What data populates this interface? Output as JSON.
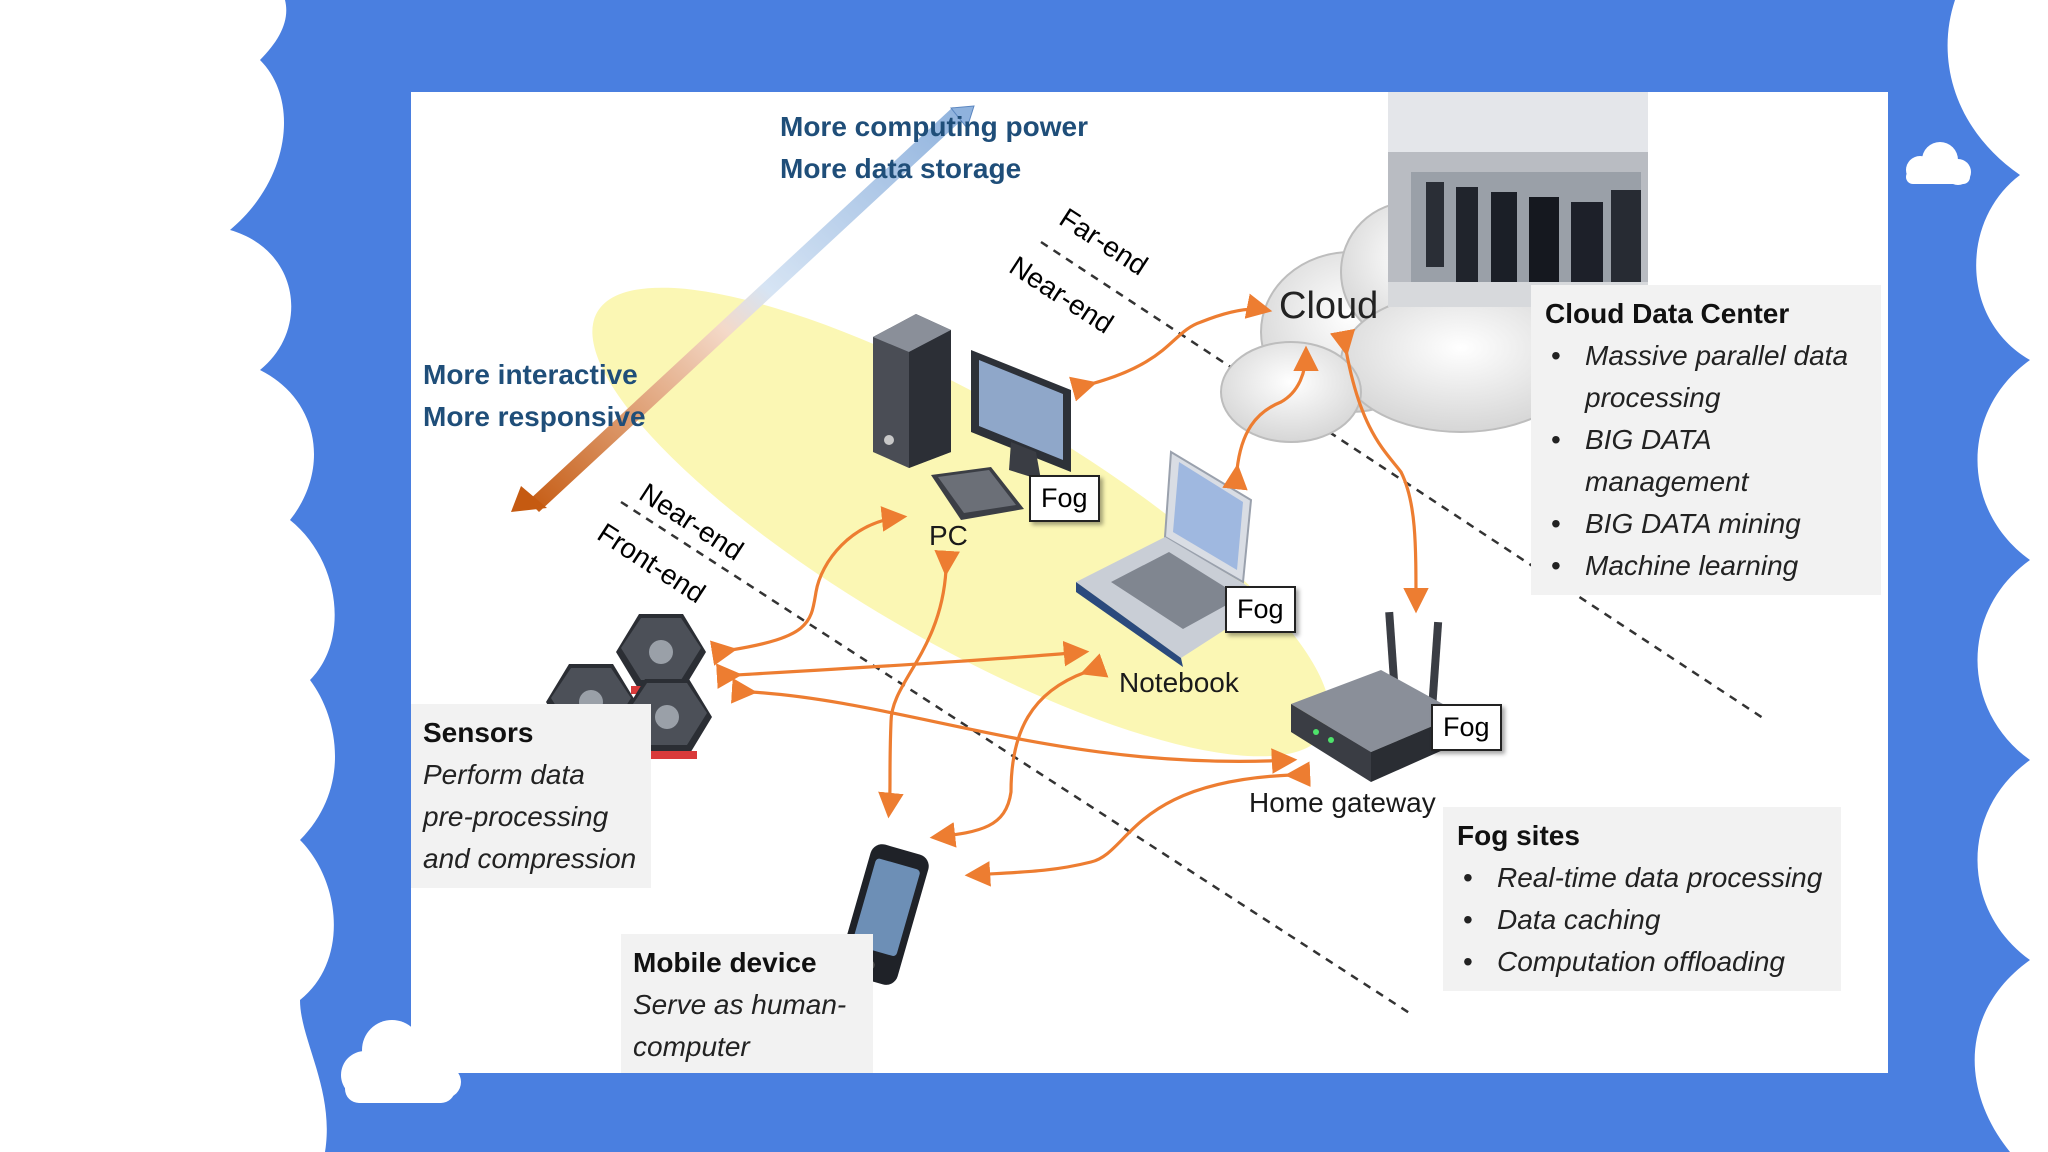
{
  "colors": {
    "background_blue": "#4a7fe0",
    "arrow_orange": "#ed7d31",
    "highlight_yellow": "#fbf7b4",
    "label_blue": "#1f4e79"
  },
  "scale_arrow": {
    "top_line1": "More computing power",
    "top_line2": "More data storage",
    "bottom_line1": "More interactive",
    "bottom_line2": "More responsive"
  },
  "boundaries": {
    "upper_a": "Far-end",
    "upper_b": "Near-end",
    "lower_a": "Near-end",
    "lower_b": "Front-end"
  },
  "nodes": {
    "cloud": "Cloud",
    "pc": "PC",
    "notebook": "Notebook",
    "gateway": "Home gateway",
    "fog_tag": "Fog"
  },
  "cloud_data_center": {
    "title": "Cloud Data Center",
    "items": [
      "Massive parallel data processing",
      "BIG DATA management",
      "BIG DATA mining",
      "Machine learning"
    ]
  },
  "fog_sites": {
    "title": "Fog sites",
    "items": [
      "Real-time data processing",
      "Data caching",
      "Computation offloading"
    ]
  },
  "sensors": {
    "title": "Sensors",
    "text": "Perform data pre-processing and compression"
  },
  "mobile": {
    "title": "Mobile device",
    "text": "Serve as human-computer interfaces"
  },
  "icons": [
    "server-tower-icon",
    "monitor-icon",
    "keyboard-icon",
    "laptop-icon",
    "router-icon",
    "sensor-icon",
    "smartphone-icon",
    "datacenter-photo",
    "cloud-shape"
  ]
}
